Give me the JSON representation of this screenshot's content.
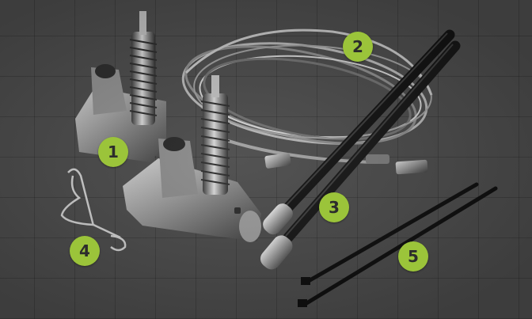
{
  "callouts": [
    {
      "label": "1"
    },
    {
      "label": "2"
    },
    {
      "label": "3"
    },
    {
      "label": "4"
    },
    {
      "label": "5"
    }
  ],
  "colors": {
    "background": "#4a4a4a",
    "grid": "#3a3a3a",
    "callout": "#9bc43a",
    "callout_text": "#2c2c2c"
  }
}
